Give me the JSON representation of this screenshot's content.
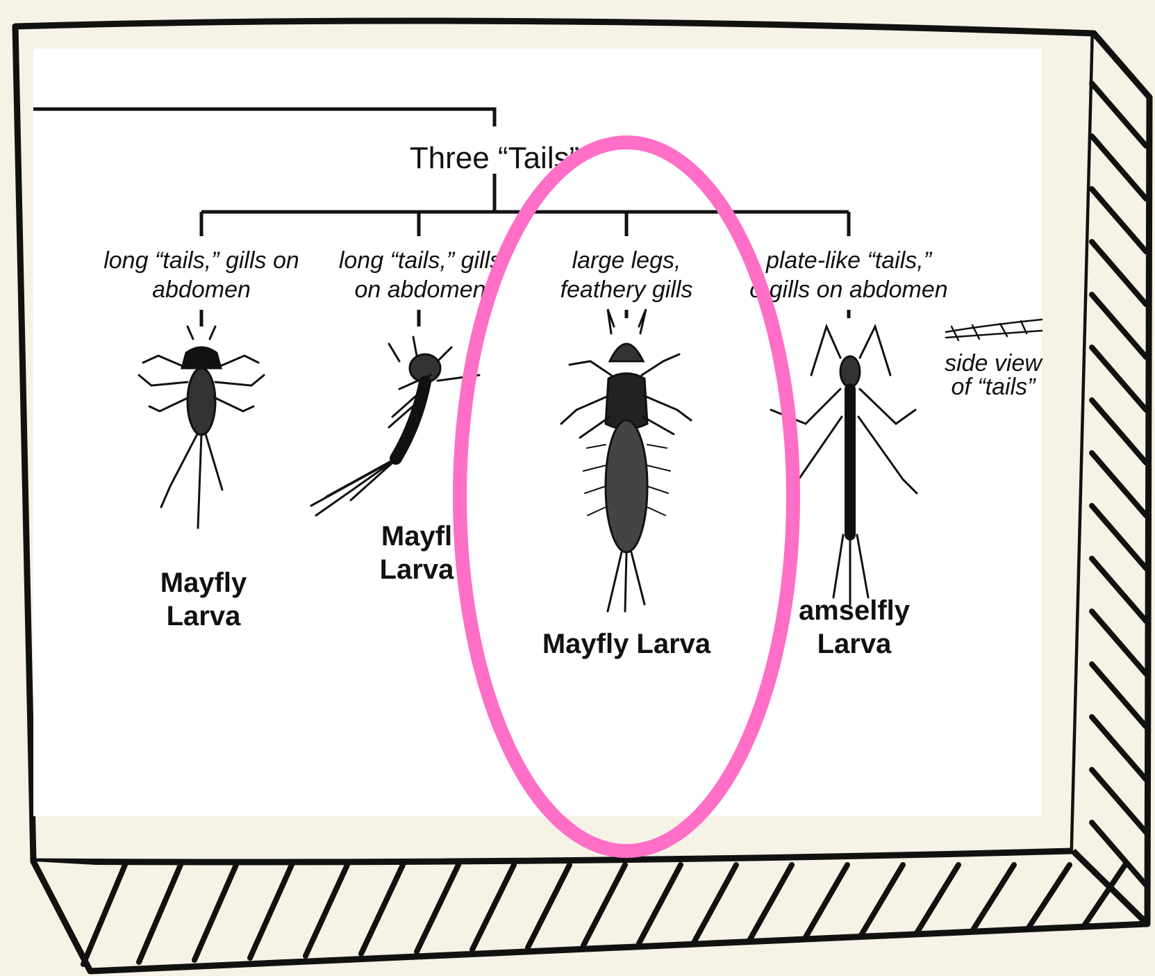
{
  "diagram": {
    "root_label": "Three “Tails”",
    "branches": [
      {
        "condition_line1": "long “tails,” gills on",
        "condition_line2": "abdomen",
        "name_line1": "Mayfly",
        "name_line2": "Larva"
      },
      {
        "condition_line1": "long “tails,” gills",
        "condition_line2": "on abdomen",
        "name_line1": "Mayfl",
        "name_line2": "Larva"
      },
      {
        "condition_line1": "large legs,",
        "condition_line2": "feathery gills",
        "name_line1": "Mayfly Larva",
        "name_line2": ""
      },
      {
        "condition_line1": "plate-like “tails,”",
        "condition_line2": "o gills on abdomen",
        "name_line1": "amselfly",
        "name_line2": "Larva"
      }
    ],
    "side_note_line1": "side view",
    "side_note_line2": "of “tails”",
    "highlight_color": "#ff6ec7",
    "highlighted_branch": "large legs, feathery gills"
  }
}
